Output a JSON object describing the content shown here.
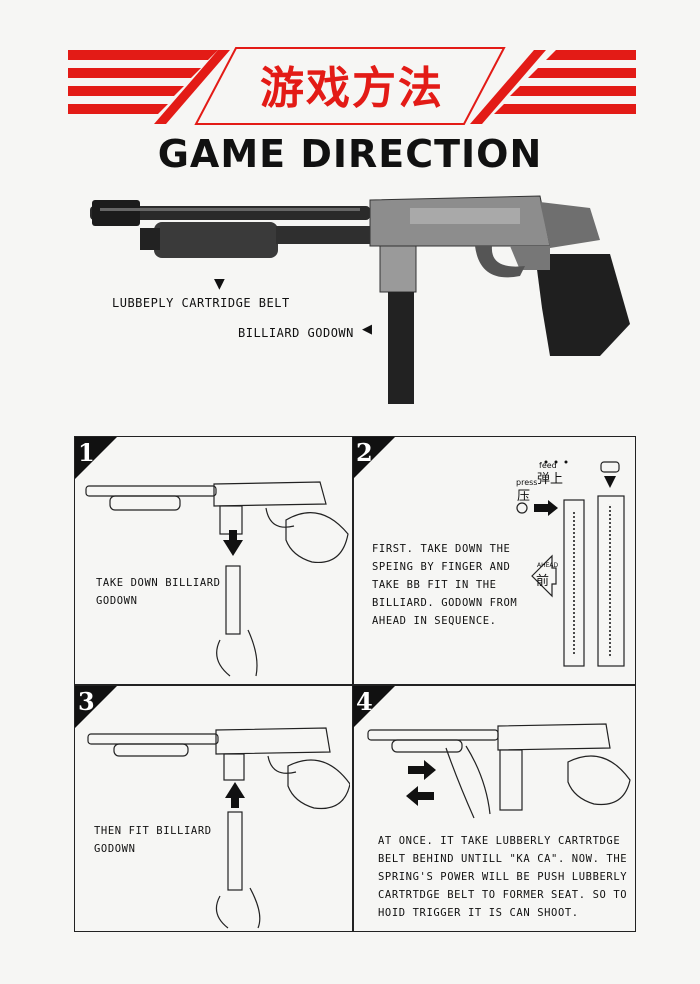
{
  "header": {
    "title_cn": "游戏方法",
    "title_en": "GAME DIRECTION",
    "red": "#e31b16"
  },
  "hero": {
    "label_belt": "LUBBEPLY CARTRIDGE BELT",
    "label_billiard": "BILLIARD GODOWN"
  },
  "steps": [
    {
      "number": "1",
      "text": "TAKE DOWN BILLIARD\nGODOWN"
    },
    {
      "number": "2",
      "text": "FIRST. TAKE DOWN THE\nSPEING BY FINGER AND\nTAKE  BB FIT IN THE\nBILLIARD. GODOWN FROM\nAHEAD IN SEQUENCE.",
      "diagram": {
        "feed": "feed",
        "feed_cn": "弹上",
        "press": "press",
        "press_cn": "压",
        "ahead": "AHEAD",
        "ahead_cn": "前"
      }
    },
    {
      "number": "3",
      "text": "THEN FIT BILLIARD\nGODOWN"
    },
    {
      "number": "4",
      "text": "AT ONCE. IT TAKE LUBBERLY CARTRTDGE\nBELT BEHIND UNTILL \"KA CA\". NOW. THE\nSPRING'S POWER WILL BE PUSH LUBBERLY\nCARTRTDGE BELT TO FORMER SEAT. SO TO\nHOID TRIGGER IT IS CAN SHOOT."
    }
  ]
}
